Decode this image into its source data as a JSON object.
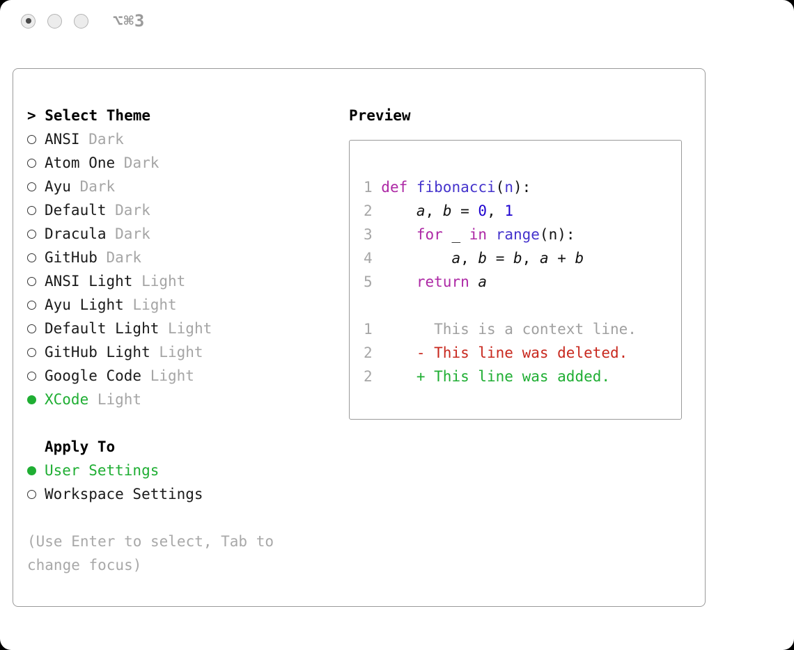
{
  "window": {
    "shortcut": "⌥⌘3"
  },
  "colors": {
    "accent_green": "#1fae33",
    "diff_red": "#c8281e",
    "keyword_magenta": "#ad28a5",
    "function_purple": "#4433cc",
    "number_blue": "#1c00cf",
    "muted_gray": "#a5a5a5",
    "border_gray": "#9a9a9a"
  },
  "selector": {
    "title": "> Select Theme",
    "themes": [
      {
        "name": "ANSI",
        "tag": "Dark",
        "selected": false
      },
      {
        "name": "Atom One",
        "tag": "Dark",
        "selected": false
      },
      {
        "name": "Ayu",
        "tag": "Dark",
        "selected": false
      },
      {
        "name": "Default",
        "tag": "Dark",
        "selected": false
      },
      {
        "name": "Dracula",
        "tag": "Dark",
        "selected": false
      },
      {
        "name": "GitHub",
        "tag": "Dark",
        "selected": false
      },
      {
        "name": "ANSI Light",
        "tag": "Light",
        "selected": false
      },
      {
        "name": "Ayu Light",
        "tag": "Light",
        "selected": false
      },
      {
        "name": "Default Light",
        "tag": "Light",
        "selected": false
      },
      {
        "name": "GitHub Light",
        "tag": "Light",
        "selected": false
      },
      {
        "name": "Google Code",
        "tag": "Light",
        "selected": false
      },
      {
        "name": "XCode",
        "tag": "Light",
        "selected": true
      }
    ],
    "apply_to": {
      "title": "Apply To",
      "options": [
        {
          "label": "User Settings",
          "selected": true
        },
        {
          "label": "Workspace Settings",
          "selected": false
        }
      ]
    },
    "hint": "(Use Enter to select, Tab to change focus)"
  },
  "preview": {
    "title": "Preview",
    "lines": [
      [
        {
          "t": "1 ",
          "c": "ln"
        },
        {
          "t": "def ",
          "c": "kw"
        },
        {
          "t": "fibonacci",
          "c": "fn"
        },
        {
          "t": "(",
          "c": "pl"
        },
        {
          "t": "n",
          "c": "fn"
        },
        {
          "t": "):",
          "c": "pl"
        }
      ],
      [
        {
          "t": "2 ",
          "c": "ln"
        },
        {
          "t": "    ",
          "c": "pl"
        },
        {
          "t": "a",
          "c": "var"
        },
        {
          "t": ", ",
          "c": "pl"
        },
        {
          "t": "b",
          "c": "var"
        },
        {
          "t": " = ",
          "c": "pl"
        },
        {
          "t": "0",
          "c": "num"
        },
        {
          "t": ", ",
          "c": "pl"
        },
        {
          "t": "1",
          "c": "num"
        }
      ],
      [
        {
          "t": "3 ",
          "c": "ln"
        },
        {
          "t": "    ",
          "c": "pl"
        },
        {
          "t": "for",
          "c": "kw"
        },
        {
          "t": " _ ",
          "c": "pl"
        },
        {
          "t": "in",
          "c": "kw"
        },
        {
          "t": " ",
          "c": "pl"
        },
        {
          "t": "range",
          "c": "fn"
        },
        {
          "t": "(n):",
          "c": "pl"
        }
      ],
      [
        {
          "t": "4 ",
          "c": "ln"
        },
        {
          "t": "        ",
          "c": "pl"
        },
        {
          "t": "a",
          "c": "var"
        },
        {
          "t": ", ",
          "c": "pl"
        },
        {
          "t": "b",
          "c": "var"
        },
        {
          "t": " = ",
          "c": "pl"
        },
        {
          "t": "b",
          "c": "var"
        },
        {
          "t": ", ",
          "c": "pl"
        },
        {
          "t": "a",
          "c": "var"
        },
        {
          "t": " + ",
          "c": "pl"
        },
        {
          "t": "b",
          "c": "var"
        }
      ],
      [
        {
          "t": "5 ",
          "c": "ln"
        },
        {
          "t": "    ",
          "c": "pl"
        },
        {
          "t": "return",
          "c": "kw"
        },
        {
          "t": " ",
          "c": "pl"
        },
        {
          "t": "a",
          "c": "var"
        }
      ],
      [],
      [
        {
          "t": "1 ",
          "c": "ln"
        },
        {
          "t": "      This is a context line.",
          "c": "ctx"
        }
      ],
      [
        {
          "t": "2 ",
          "c": "ln"
        },
        {
          "t": "    - This line was deleted.",
          "c": "del"
        }
      ],
      [
        {
          "t": "2 ",
          "c": "ln"
        },
        {
          "t": "    + This line was added.",
          "c": "add"
        }
      ]
    ]
  }
}
